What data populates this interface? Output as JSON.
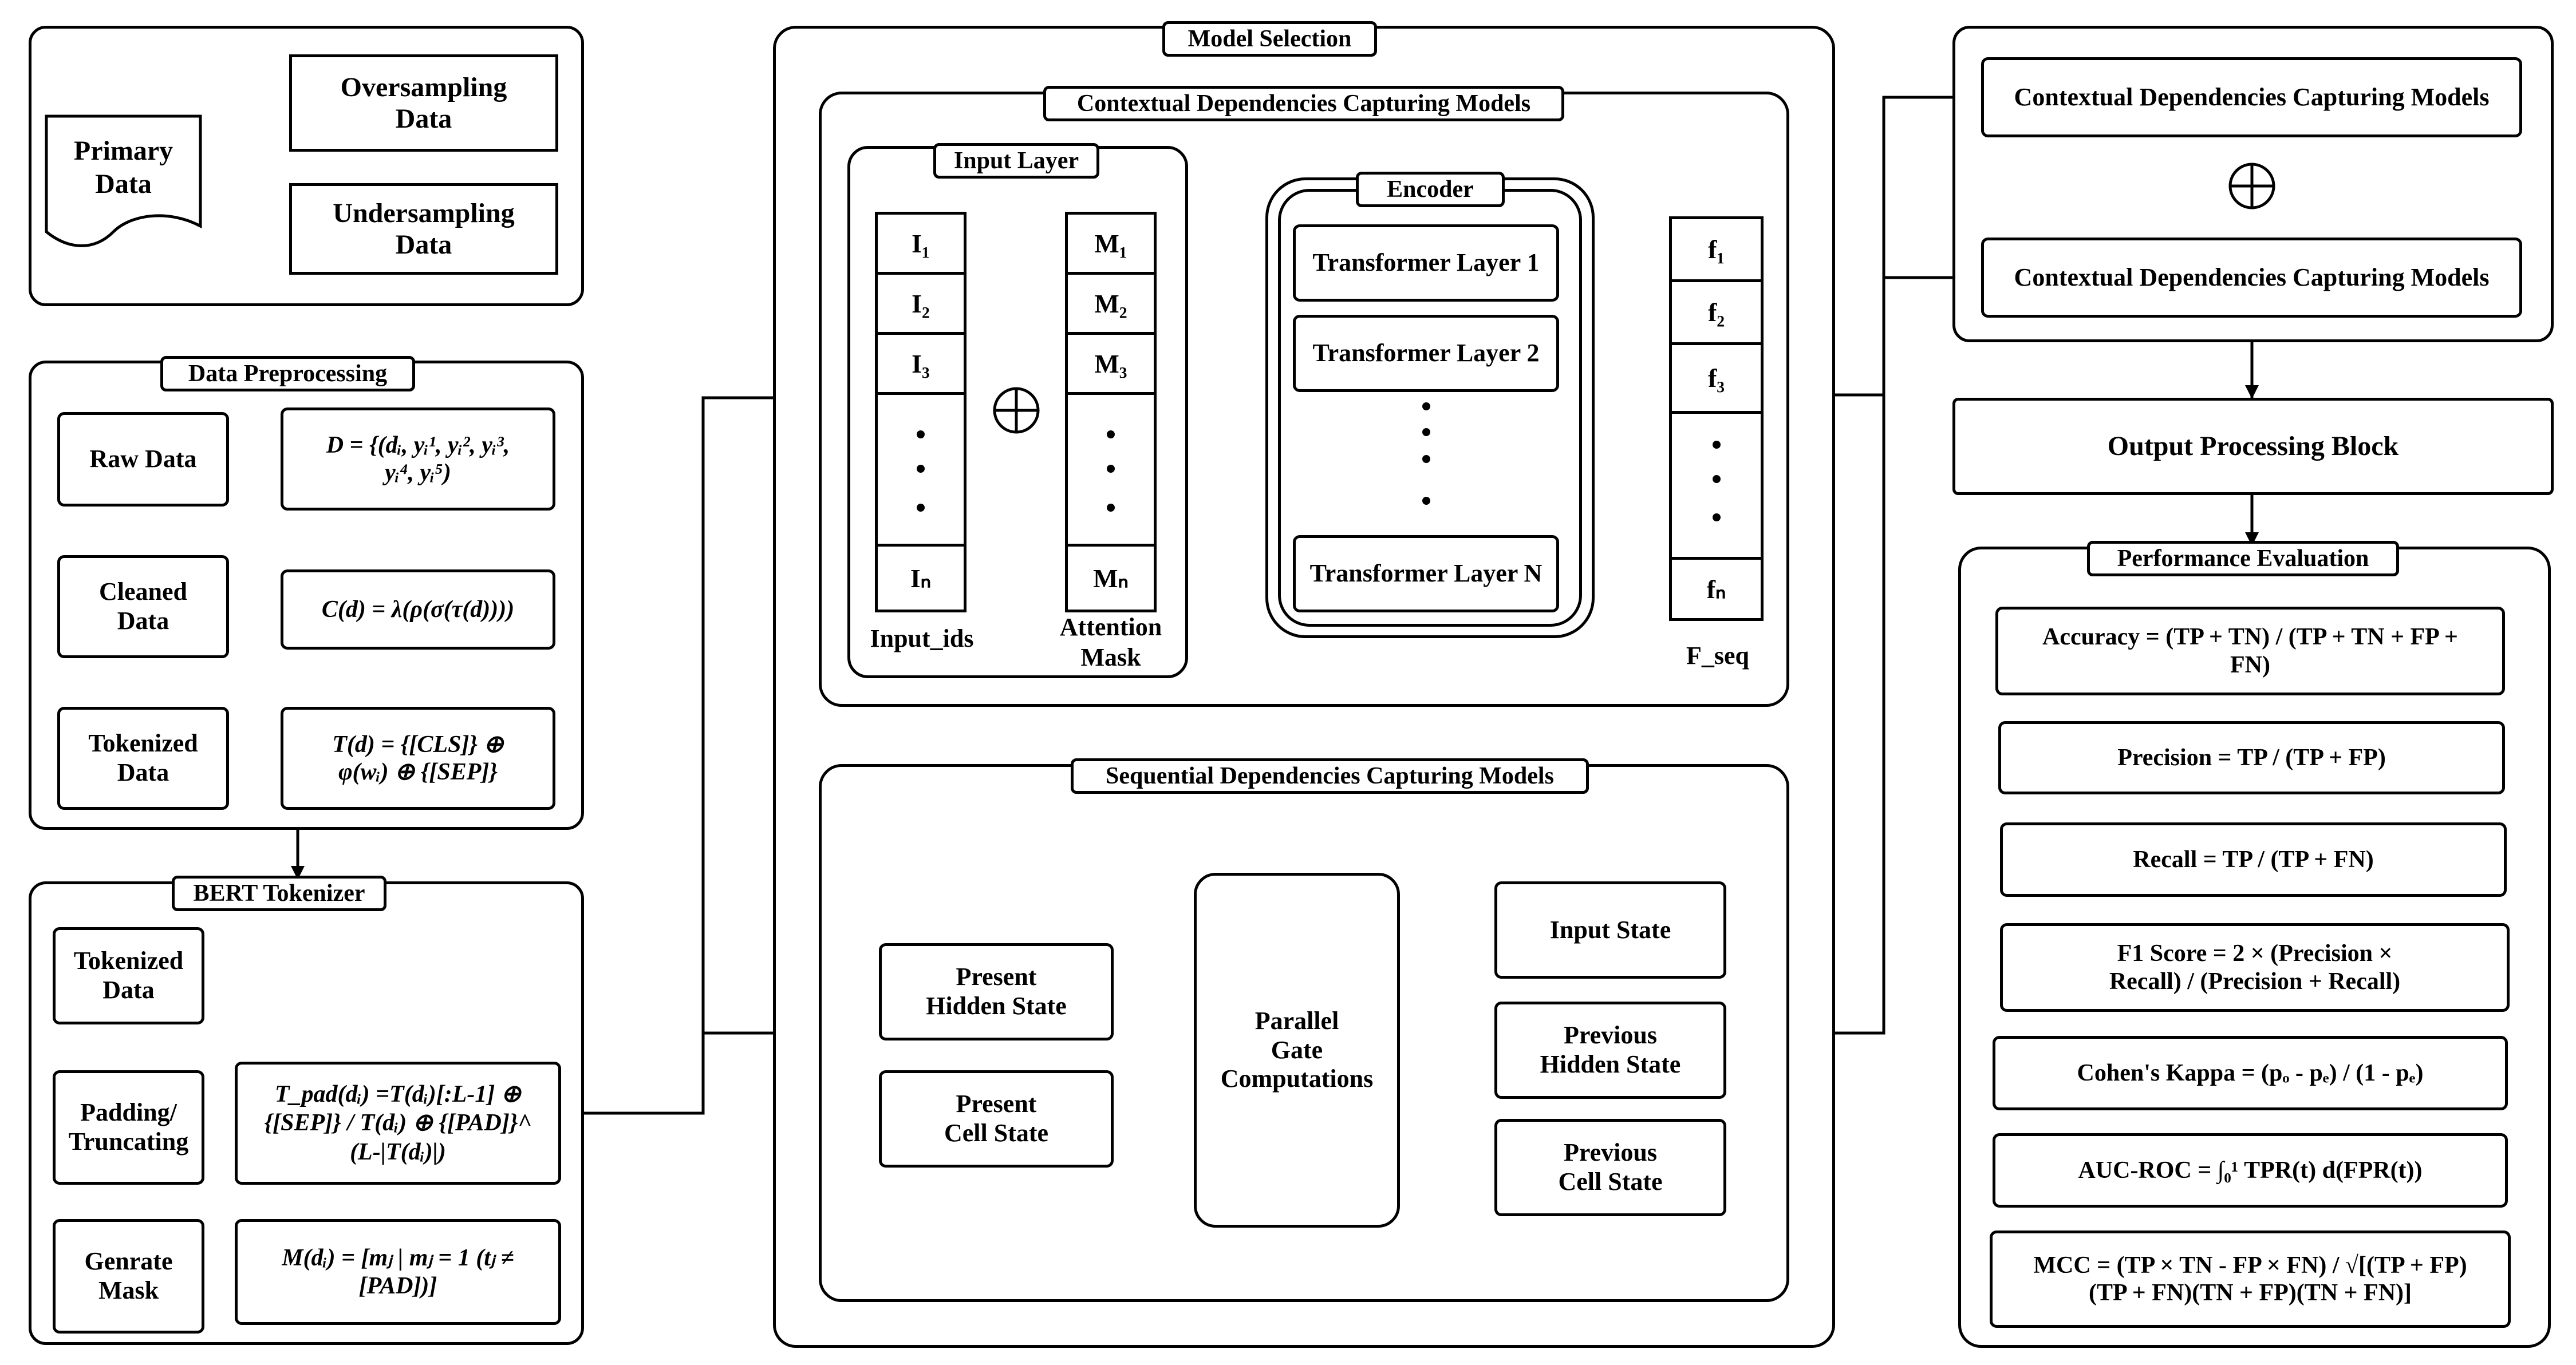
{
  "primary_block": {
    "primary_data": "Primary\nData",
    "oversampling": "Oversampling\nData",
    "undersampling": "Undersampling\nData"
  },
  "preprocessing": {
    "title": "Data Preprocessing",
    "raw_data": "Raw Data",
    "cleaned_data": "Cleaned\nData",
    "tokenized_data": "Tokenized\nData",
    "raw_formula": "D = {(dᵢ, yᵢ¹, yᵢ², yᵢ³,\nyᵢ⁴, yᵢ⁵)",
    "clean_formula": "C(d) = λ(ρ(σ(τ(d))))",
    "token_formula": "T(d) = {[CLS]} ⊕\nφ(wᵢ) ⊕ {[SEP]}"
  },
  "bert": {
    "title": "BERT Tokenizer",
    "tokenized_data": "Tokenized\nData",
    "padding": "Padding/\nTruncating",
    "genrate_mask": "Genrate\nMask",
    "pad_formula": "T_pad(dᵢ) =T(dᵢ)[:L-1] ⊕\n{[SEP]} / T(dᵢ) ⊕ {[PAD]}^\n(L-|T(dᵢ)|)",
    "mask_formula": "M(dᵢ) = [mⱼ | mⱼ = 1 (tⱼ ≠\n[PAD])]"
  },
  "model_selection": {
    "title": "Model Selection",
    "contextual_title": "Contextual Dependencies Capturing Models",
    "input_layer": "Input Layer",
    "input_ids_cells": [
      "I₁",
      "I₂",
      "I₃",
      "Iₙ"
    ],
    "mask_cells": [
      "M₁",
      "M₂",
      "M₃",
      "Mₙ"
    ],
    "input_ids_label": "Input_ids",
    "attention_mask_label": "Attention\nMask",
    "encoder": "Encoder",
    "transformer_layers": [
      "Transformer Layer 1",
      "Transformer Layer 2",
      "Transformer Layer N"
    ],
    "f_cells": [
      "f₁",
      "f₂",
      "f₃",
      "fₙ"
    ],
    "f_seq": "F_seq",
    "sequential_title": "Sequential Dependencies Capturing Models",
    "present_hidden": "Present\nHidden State",
    "present_cell": "Present\nCell State",
    "parallel_gate": "Parallel\nGate\nComputations",
    "input_state": "Input State",
    "previous_hidden": "Previous\nHidden State",
    "previous_cell": "Previous\nCell State"
  },
  "right": {
    "ctx_model_1": "Contextual Dependencies Capturing Models",
    "ctx_model_2": "Contextual Dependencies Capturing Models",
    "output_block": "Output Processing Block",
    "perf_title": "Performance Evaluation",
    "metrics": [
      "Accuracy = (TP + TN) / (TP + TN + FP +\nFN)",
      "Precision = TP / (TP + FP)",
      "Recall = TP / (TP + FN)",
      "F1 Score = 2 × (Precision ×\nRecall) / (Precision + Recall)",
      "Cohen's Kappa = (pₒ - pₑ) / (1 - pₑ)",
      "AUC-ROC = ∫₀¹ TPR(t) d(FPR(t))",
      "MCC = (TP × TN - FP × FN) / √[(TP + FP)\n(TP + FN)(TN + FP)(TN + FN)]"
    ]
  }
}
